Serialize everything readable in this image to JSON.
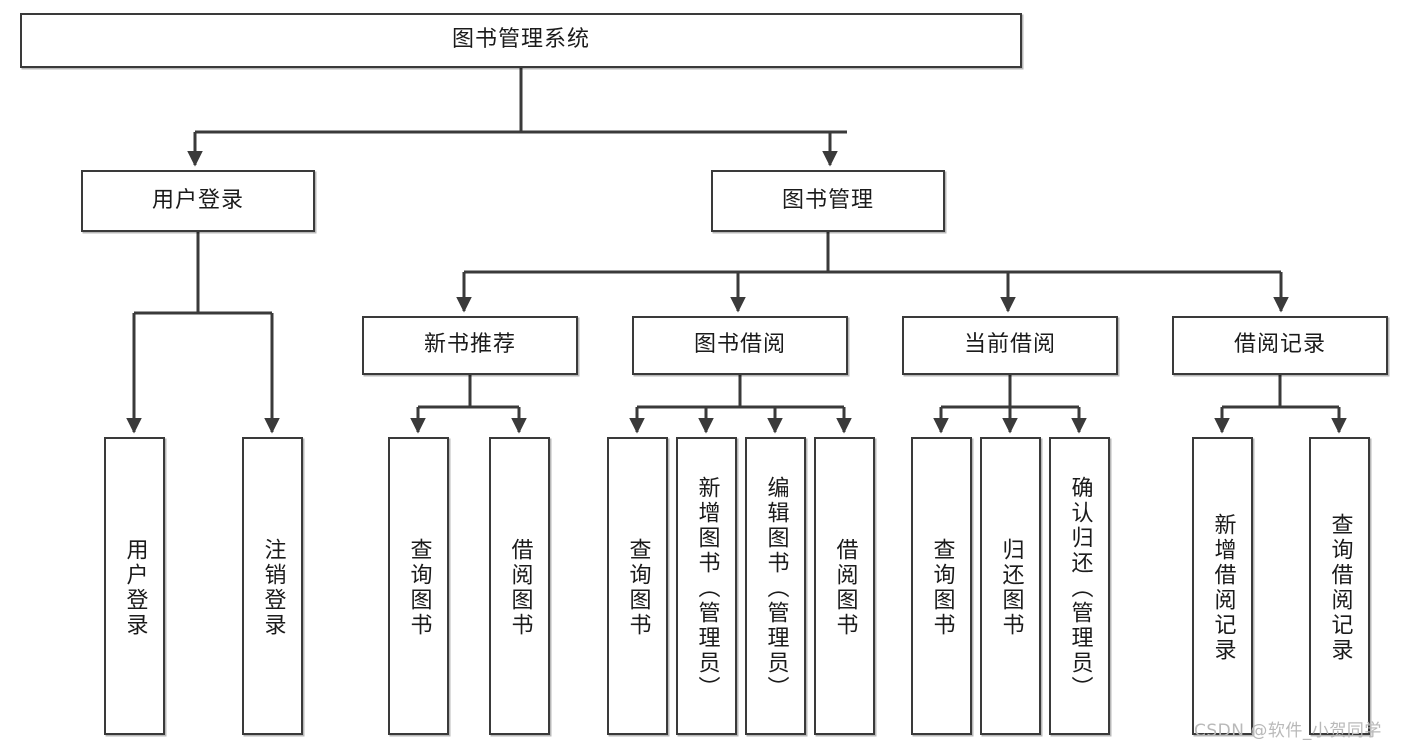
{
  "diagram": {
    "title": "图书管理系统",
    "type": "hierarchy-tree",
    "watermark": "CSDN @软件_小贺同学",
    "colors": {
      "box_border": "#3a3a3a",
      "box_fill": "#ffffff",
      "connector": "#3a3a3a",
      "text": "#1b1b1b",
      "watermark": "#b9b9b9"
    },
    "nodes": {
      "root": {
        "label": "图书管理系统",
        "orientation": "horizontal"
      },
      "l2": [
        {
          "label": "用户登录",
          "orientation": "horizontal"
        },
        {
          "label": "图书管理",
          "orientation": "horizontal"
        }
      ],
      "l3": [
        {
          "label": "新书推荐",
          "orientation": "horizontal"
        },
        {
          "label": "图书借阅",
          "orientation": "horizontal"
        },
        {
          "label": "当前借阅",
          "orientation": "horizontal"
        },
        {
          "label": "借阅记录",
          "orientation": "horizontal"
        }
      ],
      "leaves_user_login": [
        {
          "label": "用户登录",
          "orientation": "vertical"
        },
        {
          "label": "注销登录",
          "orientation": "vertical"
        }
      ],
      "leaves_new_book": [
        {
          "label": "查询图书",
          "orientation": "vertical"
        },
        {
          "label": "借阅图书",
          "orientation": "vertical"
        }
      ],
      "leaves_book_borrow": [
        {
          "label": "查询图书",
          "orientation": "vertical"
        },
        {
          "label": "新增图书（管理员）",
          "orientation": "vertical"
        },
        {
          "label": "编辑图书（管理员）",
          "orientation": "vertical"
        },
        {
          "label": "借阅图书",
          "orientation": "vertical"
        }
      ],
      "leaves_current_borrow": [
        {
          "label": "查询图书",
          "orientation": "vertical"
        },
        {
          "label": "归还图书",
          "orientation": "vertical"
        },
        {
          "label": "确认归还（管理员）",
          "orientation": "vertical"
        }
      ],
      "leaves_borrow_record": [
        {
          "label": "新增借阅记录",
          "orientation": "vertical"
        },
        {
          "label": "查询借阅记录",
          "orientation": "vertical"
        }
      ]
    }
  }
}
